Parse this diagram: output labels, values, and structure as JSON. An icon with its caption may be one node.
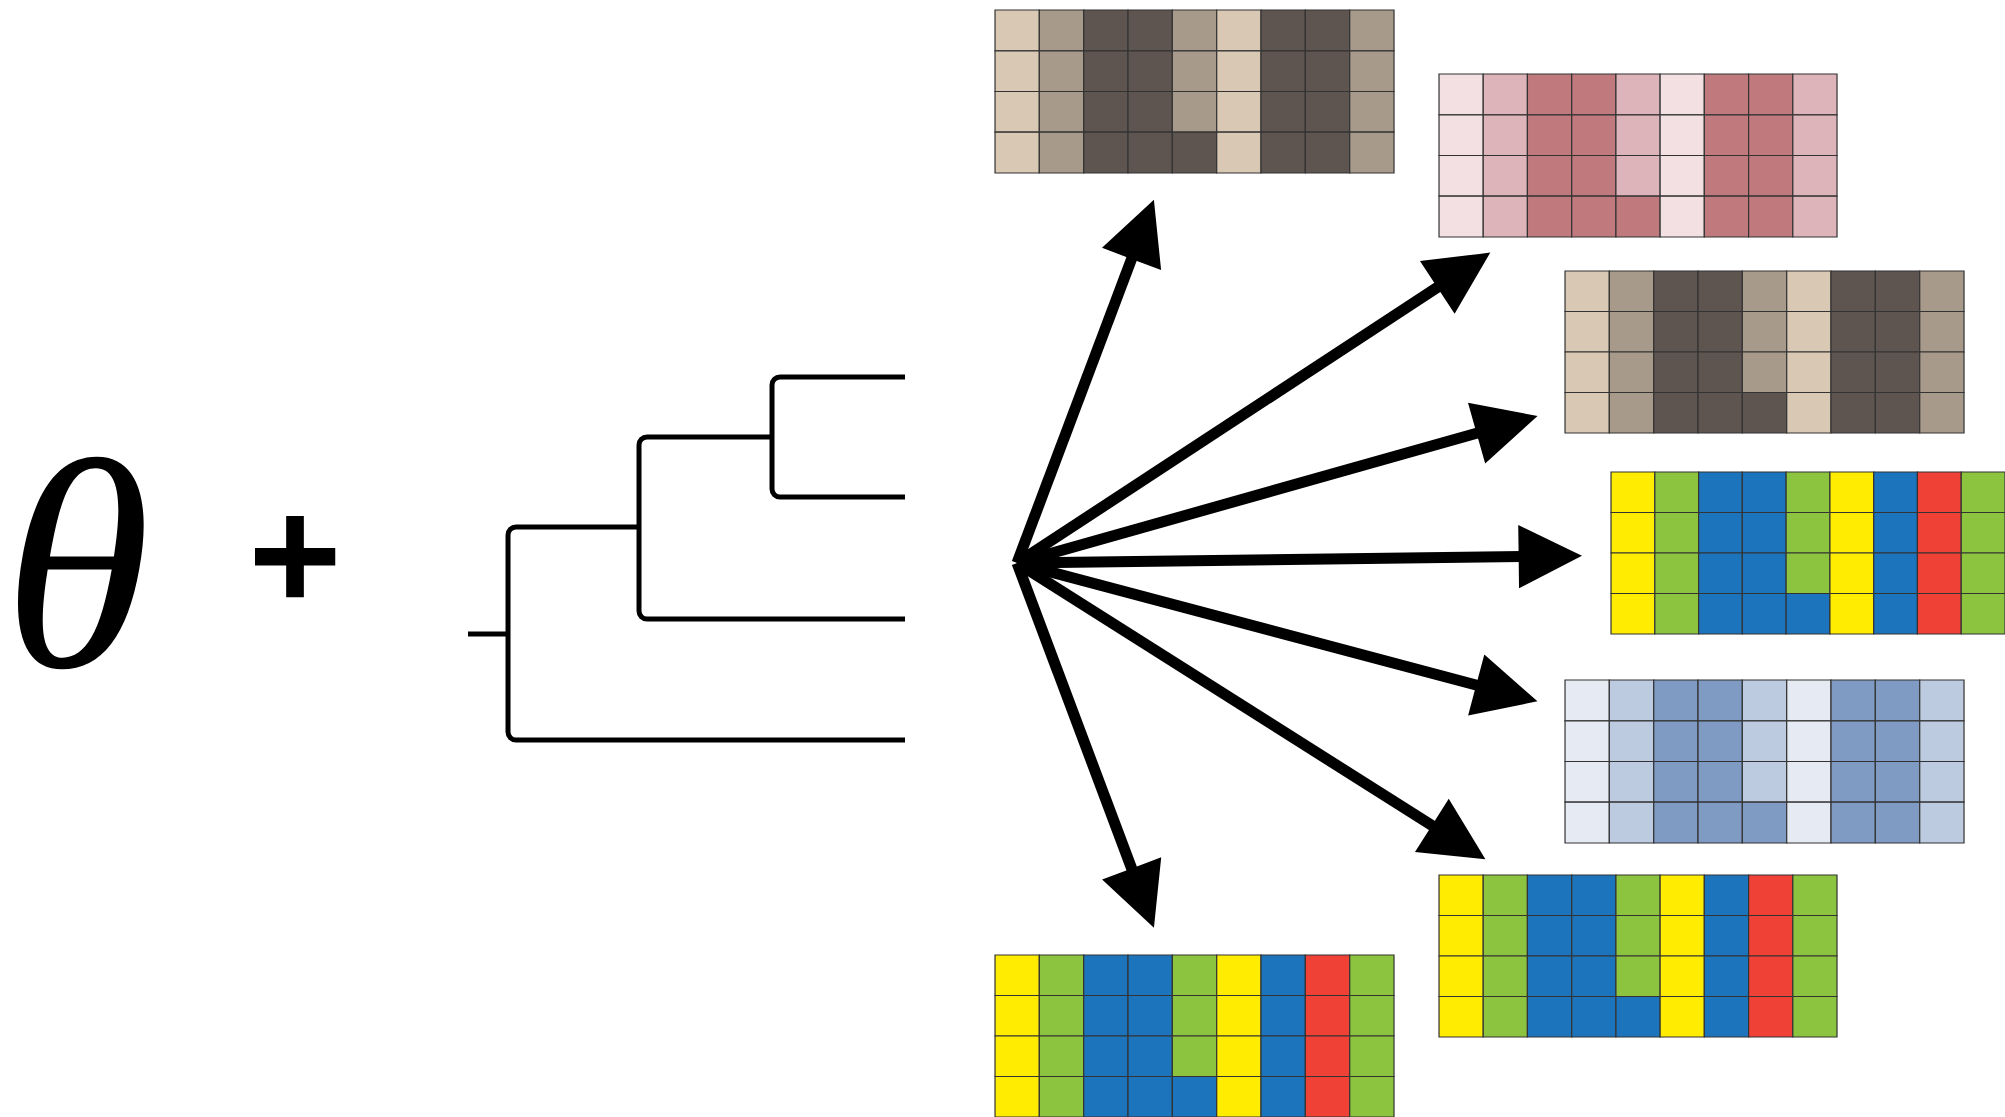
{
  "diagram": {
    "nodes": [
      {
        "text": [],
        "shape": "grid"
      },
      {
        "text": [],
        "shape": "grid"
      },
      {
        "text": [],
        "shape": "grid"
      },
      {
        "text": [],
        "shape": "grid"
      },
      {
        "text": [],
        "shape": "grid"
      },
      {
        "text": [],
        "shape": "grid"
      },
      {
        "text": [],
        "shape": "grid"
      }
    ],
    "edges": [
      {
        "from": null,
        "to": 0,
        "arrow": "to"
      },
      {
        "from": null,
        "to": 1,
        "arrow": "to"
      },
      {
        "from": null,
        "to": 2,
        "arrow": "to"
      },
      {
        "from": null,
        "to": 3,
        "arrow": "to"
      },
      {
        "from": null,
        "to": 4,
        "arrow": "to"
      },
      {
        "from": null,
        "to": 5,
        "arrow": "to"
      },
      {
        "from": null,
        "to": 6,
        "arrow": "to"
      }
    ],
    "labels": [
      "θ",
      "+"
    ]
  }
}
